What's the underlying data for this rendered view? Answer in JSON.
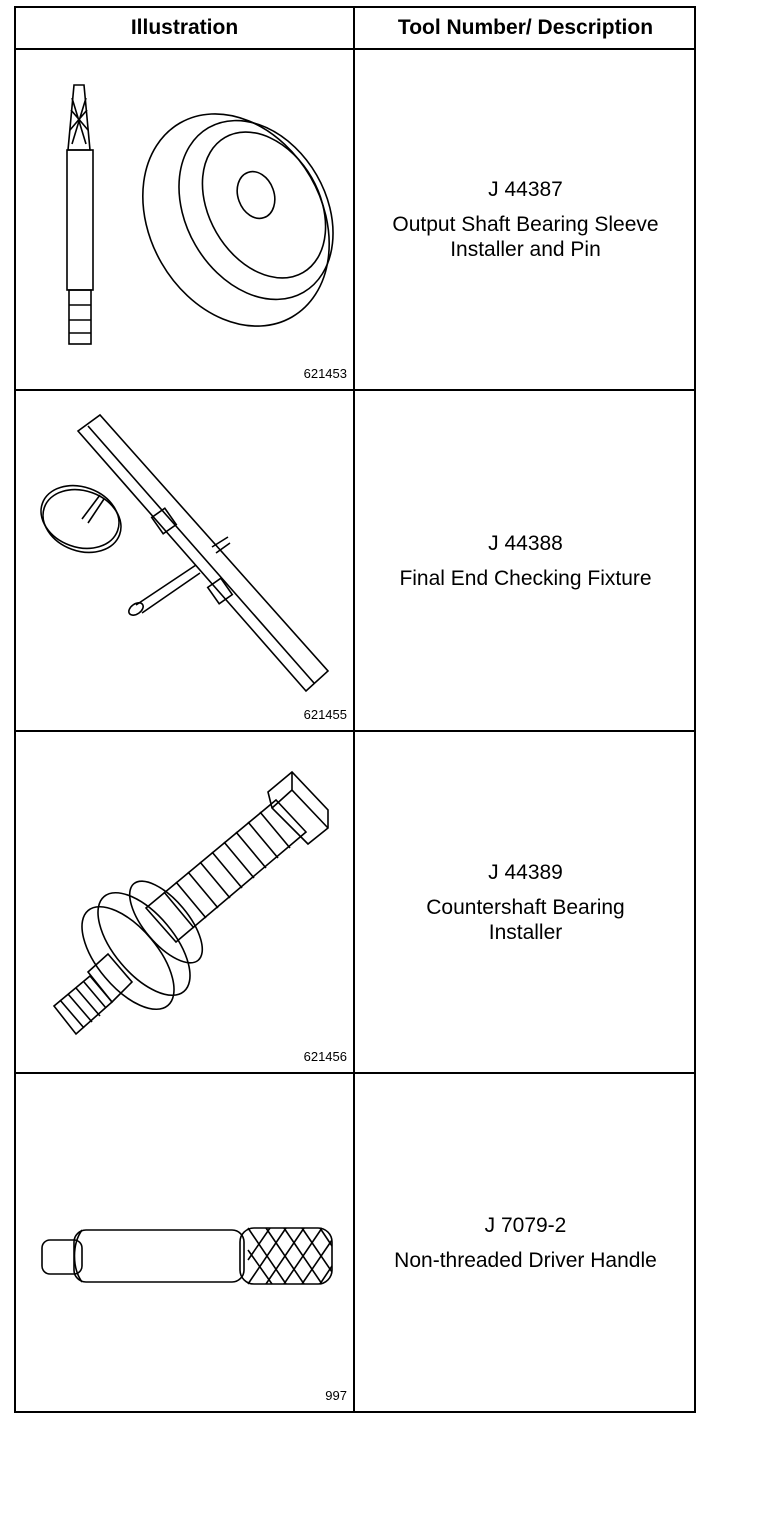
{
  "table": {
    "headers": {
      "illustration": "Illustration",
      "description": "Tool Number/ Description"
    },
    "rows": [
      {
        "tool_number": "J 44387",
        "description": "Output Shaft Bearing Sleeve\nInstaller and Pin",
        "figure_id": "621453",
        "icon": "sleeve-installer-and-pin"
      },
      {
        "tool_number": "J 44388",
        "description": "Final End Checking Fixture",
        "figure_id": "621455",
        "icon": "end-checking-fixture"
      },
      {
        "tool_number": "J 44389",
        "description": "Countershaft Bearing\nInstaller",
        "figure_id": "621456",
        "icon": "bearing-installer-bolt"
      },
      {
        "tool_number": "J 7079-2",
        "description": "Non-threaded Driver Handle",
        "figure_id": "997",
        "icon": "driver-handle"
      }
    ]
  }
}
